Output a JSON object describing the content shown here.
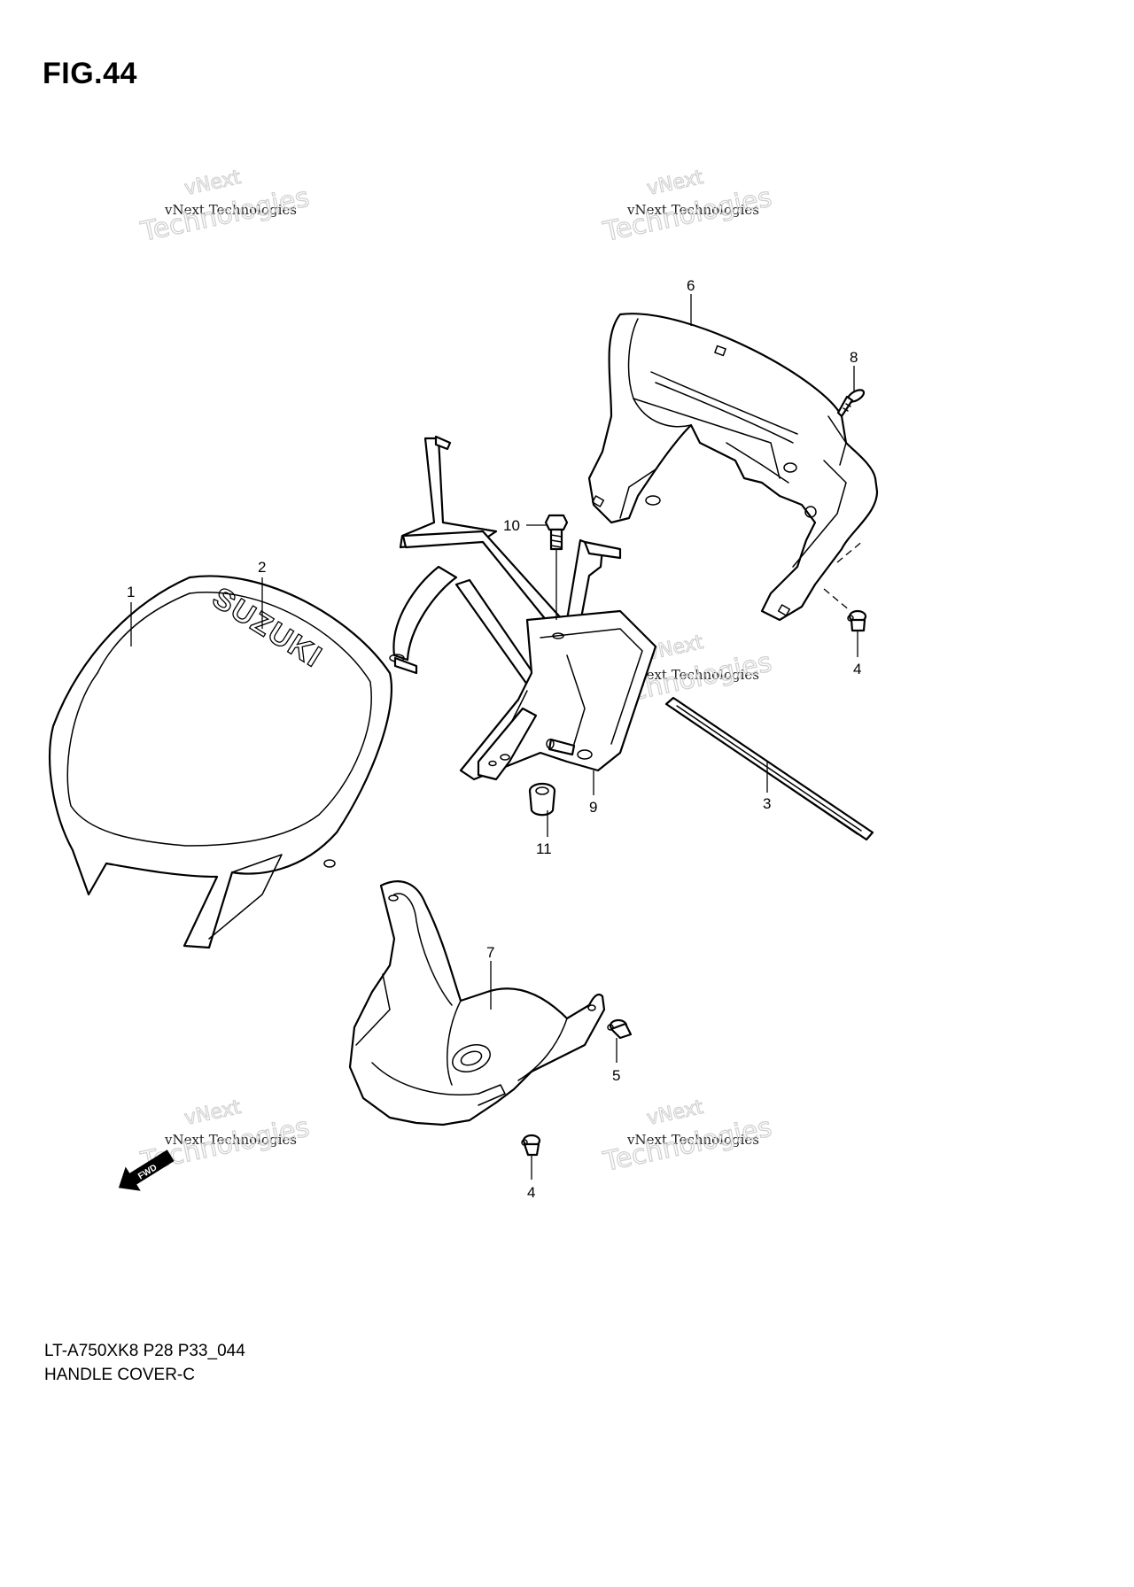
{
  "figure_title": "FIG.44",
  "model_code": "LT-A750XK8 P28 P33_044",
  "section_name": "HANDLE COVER-C",
  "fwd_arrow_label": "FWD",
  "brand_lettering": "SUZUKI",
  "watermark": {
    "line1": "vNext",
    "line2": "vNext Technologies",
    "line3": "Technologies"
  },
  "callouts": [
    "1",
    "2",
    "3",
    "4",
    "4",
    "5",
    "6",
    "7",
    "8",
    "9",
    "10",
    "11"
  ]
}
